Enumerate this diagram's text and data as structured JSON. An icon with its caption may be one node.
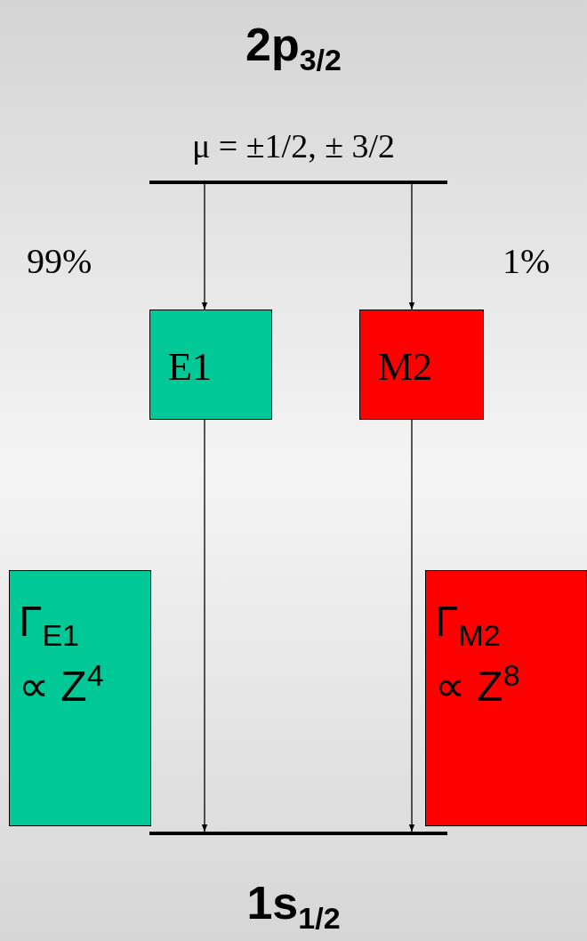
{
  "diagram": {
    "nodes": [
      {
        "text": [
          "**2p$_{3/2}$**",
          "μ = ±1/2, ± 3/2"
        ]
      },
      {
        "text": [
          "E1"
        ]
      },
      {
        "text": [
          "M2"
        ]
      },
      {
        "text": [
          "**1s$_{1/2}$**"
        ]
      },
      {
        "text": [
          "Γ$_{E1}$ ∝ Z$^{4}$"
        ]
      },
      {
        "text": [
          "Γ$_{M2}$ ∝ Z$^{8}$"
        ]
      }
    ],
    "edges": [
      {
        "from": 0,
        "to": 1,
        "arrow": "to",
        "label": "99%"
      },
      {
        "from": 0,
        "to": 2,
        "arrow": "to",
        "label": "1%"
      },
      {
        "from": 1,
        "to": 3,
        "arrow": "to"
      },
      {
        "from": 2,
        "to": 3,
        "arrow": "to"
      }
    ]
  }
}
